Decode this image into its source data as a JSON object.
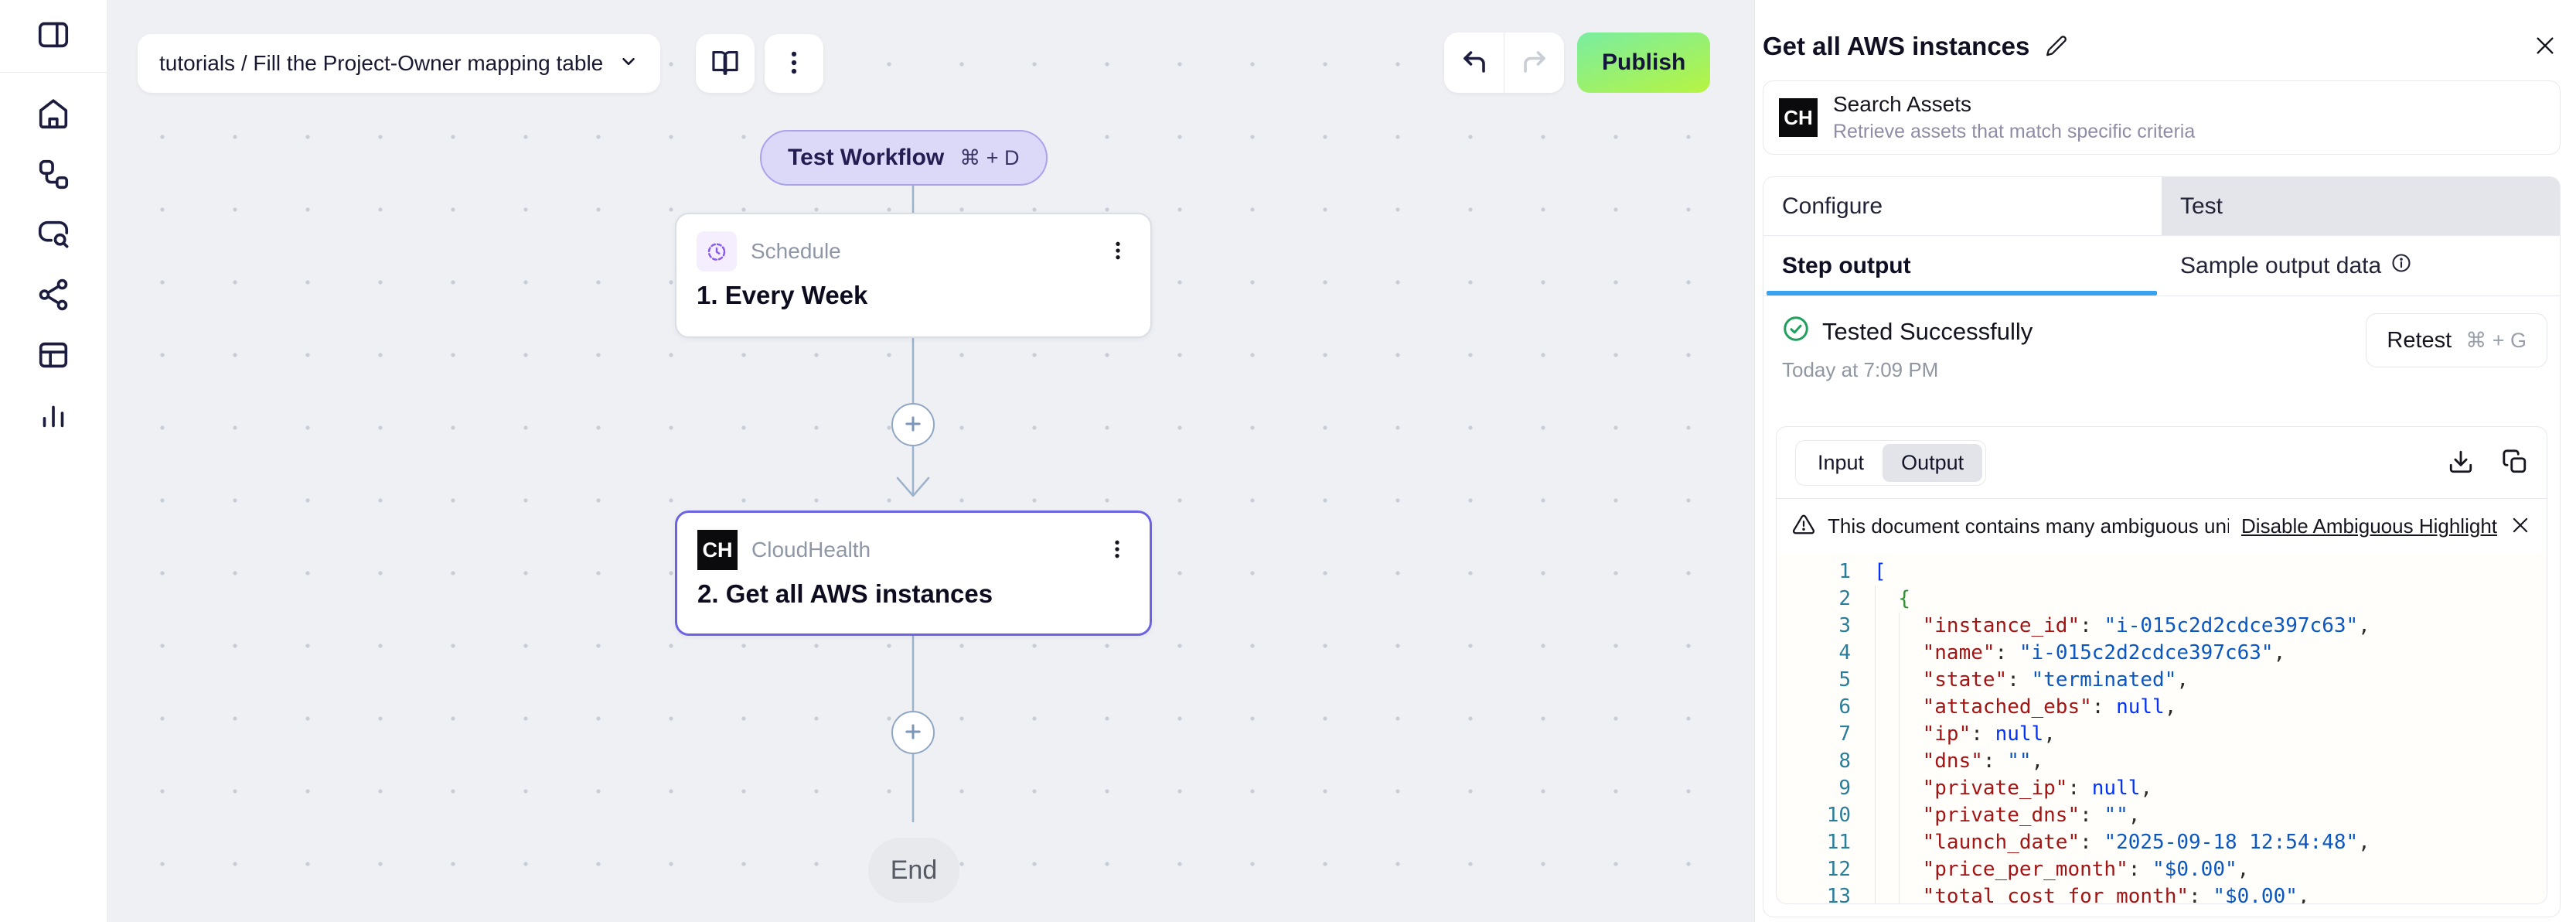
{
  "colors": {
    "accent_purple": "#6b63e4",
    "underline_blue": "#3ba2ee",
    "success_green": "#1fa05c",
    "publish_gradient_top": "#79eda1",
    "publish_gradient_bottom": "#b7f441",
    "connector": "#9db2cb"
  },
  "sidebar": {
    "icons": [
      "panel-toggle",
      "home",
      "workflows",
      "search-chat",
      "share",
      "tables",
      "analytics"
    ]
  },
  "topbar": {
    "workflow_select": "tutorials / Fill the Project-Owner mapping table",
    "publish_label": "Publish"
  },
  "canvas": {
    "test_workflow": {
      "label": "Test Workflow",
      "shortcut": "⌘ + D"
    },
    "nodes": [
      {
        "app": "Schedule",
        "title": "1. Every Week",
        "icon": "schedule-clock"
      },
      {
        "app": "CloudHealth",
        "title": "2. Get all AWS instances",
        "badge": "CH"
      }
    ],
    "end_label": "End"
  },
  "panel": {
    "title": "Get all AWS instances",
    "action": {
      "badge": "CH",
      "name": "Search Assets",
      "description": "Retrieve assets that match specific criteria"
    },
    "tabs": {
      "configure": "Configure",
      "test": "Test",
      "active": "Test"
    },
    "subtabs": {
      "step_output": "Step output",
      "sample_output": "Sample output data",
      "active": "Step output"
    },
    "status": {
      "label": "Tested Successfully",
      "time": "Today at 7:09 PM",
      "retest": "Retest",
      "retest_shortcut": "⌘ + G"
    },
    "output_viewer": {
      "input_label": "Input",
      "output_label": "Output",
      "active_toggle": "Output",
      "warning": {
        "text": "This document contains many ambiguous unico",
        "link": "Disable Ambiguous Highlight"
      },
      "code_lines": [
        {
          "n": "1",
          "seg": [
            [
              "b1",
              "["
            ]
          ]
        },
        {
          "n": "2",
          "seg": [
            [
              "sp",
              "  "
            ],
            [
              "b2",
              "{"
            ]
          ]
        },
        {
          "n": "3",
          "seg": [
            [
              "sp",
              "    "
            ],
            [
              "key",
              "\"instance_id\""
            ],
            [
              "pun",
              ": "
            ],
            [
              "str",
              "\"i-015c2d2cdce397c63\""
            ],
            [
              "pun",
              ","
            ]
          ]
        },
        {
          "n": "4",
          "seg": [
            [
              "sp",
              "    "
            ],
            [
              "key",
              "\"name\""
            ],
            [
              "pun",
              ": "
            ],
            [
              "str",
              "\"i-015c2d2cdce397c63\""
            ],
            [
              "pun",
              ","
            ]
          ]
        },
        {
          "n": "5",
          "seg": [
            [
              "sp",
              "    "
            ],
            [
              "key",
              "\"state\""
            ],
            [
              "pun",
              ": "
            ],
            [
              "str",
              "\"terminated\""
            ],
            [
              "pun",
              ","
            ]
          ]
        },
        {
          "n": "6",
          "seg": [
            [
              "sp",
              "    "
            ],
            [
              "key",
              "\"attached_ebs\""
            ],
            [
              "pun",
              ": "
            ],
            [
              "kw",
              "null"
            ],
            [
              "pun",
              ","
            ]
          ]
        },
        {
          "n": "7",
          "seg": [
            [
              "sp",
              "    "
            ],
            [
              "key",
              "\"ip\""
            ],
            [
              "pun",
              ": "
            ],
            [
              "kw",
              "null"
            ],
            [
              "pun",
              ","
            ]
          ]
        },
        {
          "n": "8",
          "seg": [
            [
              "sp",
              "    "
            ],
            [
              "key",
              "\"dns\""
            ],
            [
              "pun",
              ": "
            ],
            [
              "str",
              "\"\""
            ],
            [
              "pun",
              ","
            ]
          ]
        },
        {
          "n": "9",
          "seg": [
            [
              "sp",
              "    "
            ],
            [
              "key",
              "\"private_ip\""
            ],
            [
              "pun",
              ": "
            ],
            [
              "kw",
              "null"
            ],
            [
              "pun",
              ","
            ]
          ]
        },
        {
          "n": "10",
          "seg": [
            [
              "sp",
              "    "
            ],
            [
              "key",
              "\"private_dns\""
            ],
            [
              "pun",
              ": "
            ],
            [
              "str",
              "\"\""
            ],
            [
              "pun",
              ","
            ]
          ]
        },
        {
          "n": "11",
          "seg": [
            [
              "sp",
              "    "
            ],
            [
              "key",
              "\"launch_date\""
            ],
            [
              "pun",
              ": "
            ],
            [
              "str",
              "\"2025-09-18 12:54:48\""
            ],
            [
              "pun",
              ","
            ]
          ]
        },
        {
          "n": "12",
          "seg": [
            [
              "sp",
              "    "
            ],
            [
              "key",
              "\"price_per_month\""
            ],
            [
              "pun",
              ": "
            ],
            [
              "str",
              "\"$0.00\""
            ],
            [
              "pun",
              ","
            ]
          ]
        },
        {
          "n": "13",
          "seg": [
            [
              "sp",
              "    "
            ],
            [
              "key",
              "\"total_cost_for_month\""
            ],
            [
              "pun",
              ": "
            ],
            [
              "str",
              "\"$0.00\""
            ],
            [
              "pun",
              ","
            ]
          ]
        }
      ]
    }
  }
}
